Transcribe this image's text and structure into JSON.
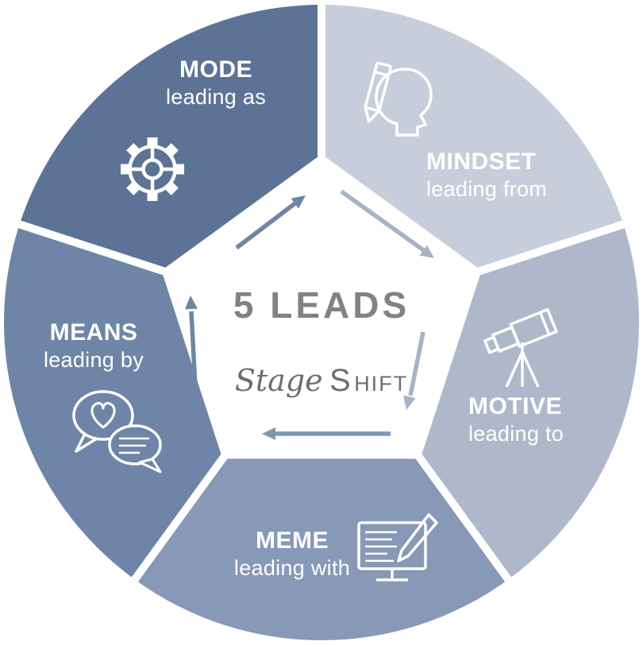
{
  "diagram": {
    "center_title": "5 LEADS",
    "logo": {
      "script": "Stage",
      "caps_s": "S",
      "caps_rest": "HIFT"
    },
    "segments": [
      {
        "id": "mode",
        "name": "MODE",
        "subtitle": "leading as",
        "color": "#5d7396",
        "icon": "gear-icon"
      },
      {
        "id": "mindset",
        "name": "MINDSET",
        "subtitle": "leading from",
        "color": "#c7cdda",
        "icon": "head-pencil-icon"
      },
      {
        "id": "motive",
        "name": "MOTIVE",
        "subtitle": "leading to",
        "color": "#aeb8ca",
        "icon": "telescope-icon"
      },
      {
        "id": "meme",
        "name": "MEME",
        "subtitle": "leading with",
        "color": "#8799b6",
        "icon": "monitor-pen-icon"
      },
      {
        "id": "means",
        "name": "MEANS",
        "subtitle": "leading by",
        "color": "#6e85a7",
        "icon": "chat-heart-icon"
      }
    ],
    "arrows": [
      {
        "id": "mode-to-mindset",
        "color": "#6e86a5"
      },
      {
        "id": "mindset-to-motive",
        "color": "#a6b2c6"
      },
      {
        "id": "motive-to-meme",
        "color": "#a6b2c6"
      },
      {
        "id": "meme-to-means",
        "color": "#8196b3"
      },
      {
        "id": "means-to-mode",
        "color": "#6e86a5"
      }
    ],
    "ui": {
      "label_color": "#ffffff",
      "icon_color": "#ffffff",
      "title_color": "#818285",
      "logo_color": "#6d6e71",
      "background": "#ffffff"
    }
  }
}
